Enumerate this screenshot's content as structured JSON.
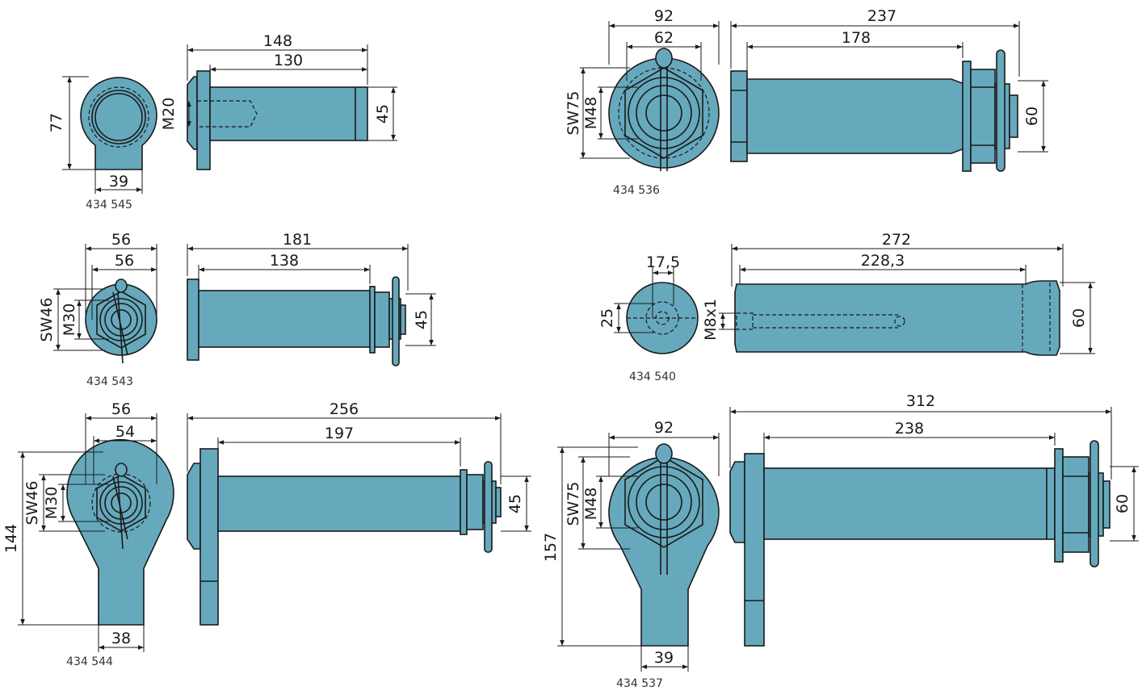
{
  "colors": {
    "part_fill": "#66a9bd",
    "outline": "#1a1a1a",
    "background": "#ffffff"
  },
  "parts": [
    {
      "code": "434 545",
      "dims": {
        "height": "77",
        "base_width": "39",
        "length_total": "148",
        "length_tube": "130",
        "thread": "M20",
        "tube_dia": "45"
      }
    },
    {
      "code": "434 536",
      "dims": {
        "flange_width": "92",
        "cap_width": "62",
        "wrench": "SW75",
        "thread": "M48",
        "length_total": "237",
        "length_tube": "178",
        "tube_dia": "60"
      }
    },
    {
      "code": "434 543",
      "dims": {
        "flange_width": "56",
        "cap_width": "56",
        "wrench": "SW46",
        "thread": "M30",
        "length_total": "181",
        "length_tube": "138",
        "tube_dia": "45"
      }
    },
    {
      "code": "434 540",
      "dims": {
        "offset": "17,5",
        "hole": "25",
        "thread": "M8x1",
        "length_total": "272",
        "length_tube": "228,3",
        "tube_dia": "60"
      }
    },
    {
      "code": "434 544",
      "dims": {
        "flange_width": "56",
        "cap_width": "54",
        "wrench": "SW46",
        "thread": "M30",
        "height": "144",
        "base_width": "38",
        "length_total": "256",
        "length_tube": "197",
        "tube_dia": "45"
      }
    },
    {
      "code": "434 537",
      "dims": {
        "flange_width": "92",
        "wrench": "SW75",
        "thread": "M48",
        "height": "157",
        "base_width": "39",
        "length_total": "312",
        "length_tube": "238",
        "tube_dia": "60"
      }
    }
  ]
}
